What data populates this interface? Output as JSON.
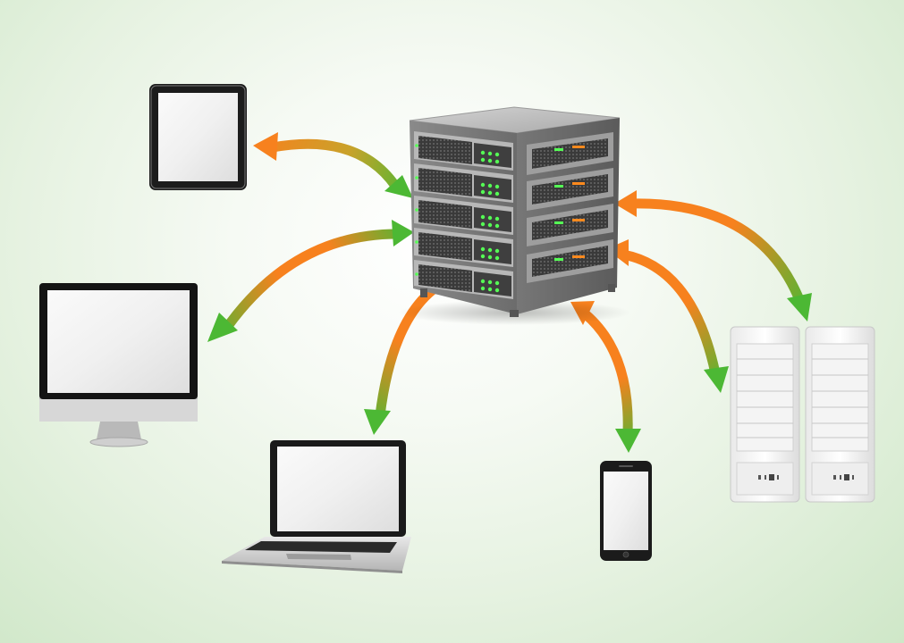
{
  "diagram": {
    "colors": {
      "arrow_orange": "#f7811e",
      "arrow_green": "#4cb834",
      "screen": "#f2f2f2",
      "led_green": "#55ff55",
      "led_orange": "#ff8a1e",
      "background_center": "#ffffff",
      "background_edge": "#cfe7c8"
    },
    "nodes": [
      {
        "id": "central-server",
        "icon": "server-rack-icon"
      },
      {
        "id": "tablet",
        "icon": "tablet-icon"
      },
      {
        "id": "desktop-monitor",
        "icon": "desktop-monitor-icon"
      },
      {
        "id": "laptop",
        "icon": "laptop-icon"
      },
      {
        "id": "smartphone",
        "icon": "smartphone-icon"
      },
      {
        "id": "tower-servers",
        "icon": "tower-server-icon"
      }
    ],
    "connections": [
      {
        "from": "central-server",
        "to": "tablet",
        "direction": "bidirectional"
      },
      {
        "from": "central-server",
        "to": "desktop-monitor",
        "direction": "bidirectional"
      },
      {
        "from": "central-server",
        "to": "laptop",
        "direction": "bidirectional"
      },
      {
        "from": "central-server",
        "to": "smartphone",
        "direction": "bidirectional"
      },
      {
        "from": "central-server",
        "to": "tower-servers",
        "direction": "bidirectional"
      },
      {
        "from": "central-server",
        "to": "tower-servers",
        "direction": "bidirectional"
      }
    ]
  }
}
